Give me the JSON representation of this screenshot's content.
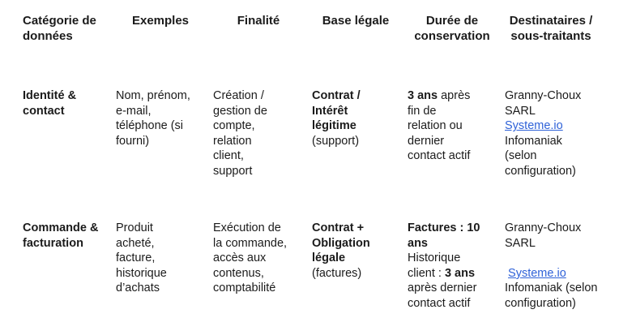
{
  "link_color": "#2f62d8",
  "text_color": "#1b1b1b",
  "background_color": "#ffffff",
  "table": {
    "headers": [
      {
        "text": "Catégorie de\ndonnées"
      },
      {
        "text": "Exemples"
      },
      {
        "text": "Finalité"
      },
      {
        "text": "Base légale"
      },
      {
        "text": "Durée de\nconservation"
      },
      {
        "text": "Destinataires /\nsous-traitants"
      }
    ],
    "rows": [
      {
        "cells": [
          [
            {
              "t": "Identité &\ncontact",
              "b": true
            }
          ],
          [
            {
              "t": "Nom, prénom,\ne-mail,\ntéléphone (si\nfourni)"
            }
          ],
          [
            {
              "t": "Création /\ngestion de\ncompte,\nrelation\nclient,\nsupport"
            }
          ],
          [
            {
              "t": "Contrat /\nIntérêt\nlégitime\n",
              "b": true
            },
            {
              "t": "(support)"
            }
          ],
          [
            {
              "t": "3 ans",
              "b": true
            },
            {
              "t": " après\nfin de\nrelation ou\ndernier\ncontact actif"
            }
          ],
          [
            {
              "t": "Granny-Choux\nSARL\n"
            },
            {
              "t": "Systeme.io",
              "link": true
            },
            {
              "t": "\nInfomaniak\n(selon\nconfiguration)"
            }
          ]
        ]
      },
      {
        "cells": [
          [
            {
              "t": "Commande &\nfacturation",
              "b": true
            }
          ],
          [
            {
              "t": "Produit\nacheté,\nfacture,\nhistorique\nd’achats"
            }
          ],
          [
            {
              "t": "Exécution de\nla commande,\naccès aux\ncontenus,\ncomptabilité"
            }
          ],
          [
            {
              "t": "Contrat +\nObligation\nlégale\n",
              "b": true
            },
            {
              "t": "(factures)"
            }
          ],
          [
            {
              "t": "Factures : 10\nans\n",
              "b": true
            },
            {
              "t": "Historique\nclient : "
            },
            {
              "t": "3 ans",
              "b": true
            },
            {
              "t": "\naprès dernier\ncontact actif"
            }
          ],
          [
            {
              "t": "Granny-Choux\nSARL\n\n "
            },
            {
              "t": "Systeme.io",
              "link": true
            },
            {
              "t": "\nInfomaniak (selon\nconfiguration)"
            }
          ]
        ]
      }
    ]
  }
}
